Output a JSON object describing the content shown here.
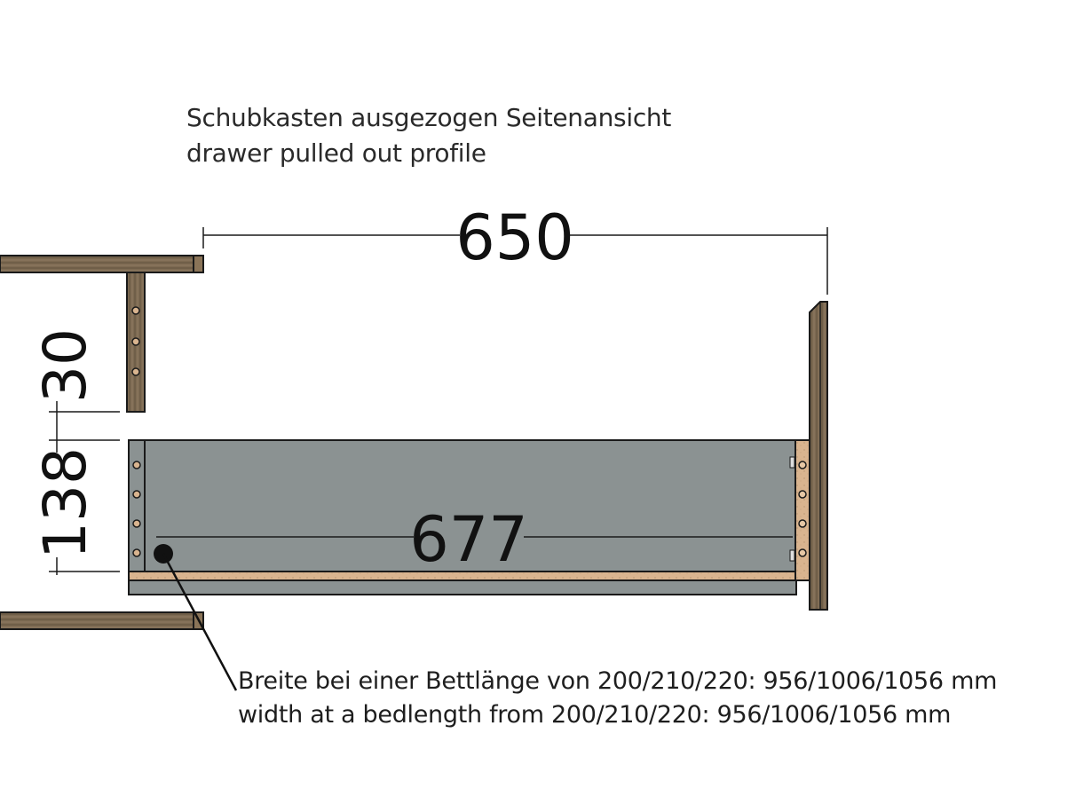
{
  "title": {
    "line1": "Schubkasten ausgezogen Seitenansicht",
    "line2": "drawer pulled out profile"
  },
  "dimensions": {
    "top_length": "650",
    "drawer_length": "677",
    "vertical_gap": "30",
    "drawer_height": "138"
  },
  "note": {
    "line1": "Breite bei einer Bettlänge von 200/210/220: 956/1006/1056 mm",
    "line2": "width at a bedlength from 200/210/220: 956/1006/1056 mm"
  },
  "colors": {
    "wood": "#7d6a52",
    "chipboard": "#d9b48f",
    "drawer_side": "#8b9292",
    "outline": "#1a1a1a"
  }
}
